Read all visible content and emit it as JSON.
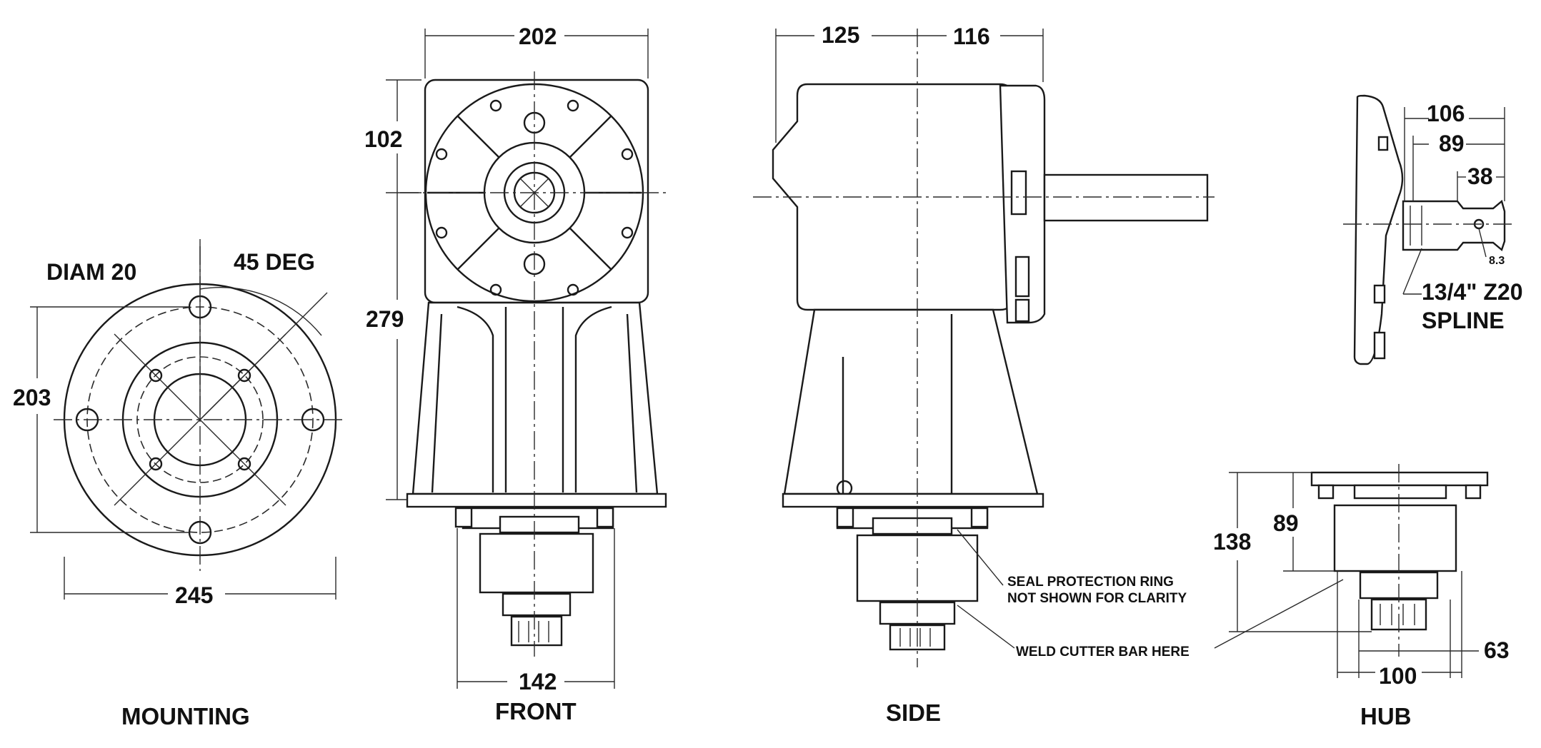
{
  "mounting": {
    "title": "MOUNTING",
    "diam_label": "DIAM 20",
    "angle_label": "45 DEG",
    "height_dim": "203",
    "width_dim": "245"
  },
  "front": {
    "title": "FRONT",
    "top_width": "202",
    "upper_height": "102",
    "body_height": "279",
    "base_width": "142"
  },
  "side": {
    "title": "SIDE",
    "left_dim": "125",
    "right_dim": "116",
    "seal_note_1": "SEAL PROTECTION RING",
    "seal_note_2": "NOT SHOWN FOR CLARITY",
    "weld_note": "WELD CUTTER BAR HERE"
  },
  "shaft": {
    "dim_total": "106",
    "dim_mid": "89",
    "dim_short": "38",
    "hole_dim": "8.3",
    "spline_1": "13/4\" Z20",
    "spline_2": "SPLINE"
  },
  "hub": {
    "title": "HUB",
    "height_dim": "138",
    "inner_dim": "89",
    "bottom_dim": "63",
    "width_dim": "100"
  }
}
